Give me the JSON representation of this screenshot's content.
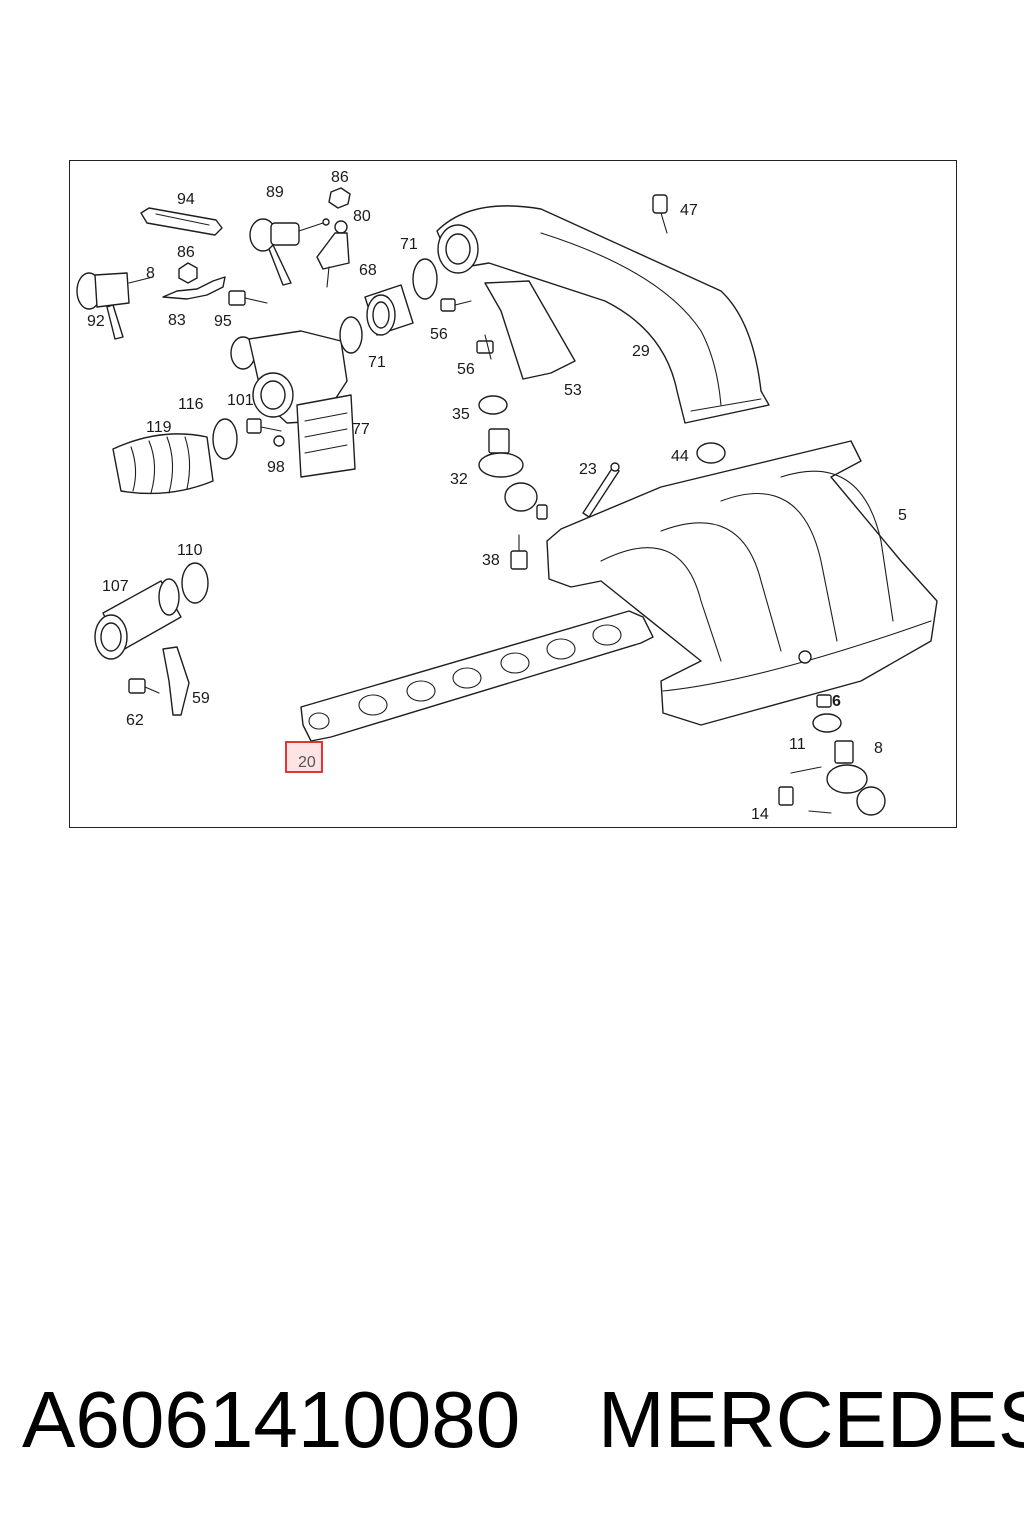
{
  "diagram": {
    "callouts": [
      {
        "id": "94",
        "text": "94"
      },
      {
        "id": "89",
        "text": "89"
      },
      {
        "id": "86a",
        "text": "86"
      },
      {
        "id": "80",
        "text": "80"
      },
      {
        "id": "71a",
        "text": "71"
      },
      {
        "id": "47",
        "text": "47"
      },
      {
        "id": "86b",
        "text": "86"
      },
      {
        "id": "8a",
        "text": "8"
      },
      {
        "id": "68",
        "text": "68"
      },
      {
        "id": "92",
        "text": "92"
      },
      {
        "id": "83",
        "text": "83"
      },
      {
        "id": "95",
        "text": "95"
      },
      {
        "id": "56a",
        "text": "56"
      },
      {
        "id": "71b",
        "text": "71"
      },
      {
        "id": "29",
        "text": "29"
      },
      {
        "id": "56b",
        "text": "56"
      },
      {
        "id": "53",
        "text": "53"
      },
      {
        "id": "116",
        "text": "116"
      },
      {
        "id": "101",
        "text": "101"
      },
      {
        "id": "35",
        "text": "35"
      },
      {
        "id": "119",
        "text": "119"
      },
      {
        "id": "77",
        "text": "77"
      },
      {
        "id": "98",
        "text": "98"
      },
      {
        "id": "44",
        "text": "44"
      },
      {
        "id": "32",
        "text": "32"
      },
      {
        "id": "23",
        "text": "23"
      },
      {
        "id": "5",
        "text": "5"
      },
      {
        "id": "110",
        "text": "110"
      },
      {
        "id": "38",
        "text": "38"
      },
      {
        "id": "107",
        "text": "107"
      },
      {
        "id": "59",
        "text": "59"
      },
      {
        "id": "62",
        "text": "62"
      },
      {
        "id": "6",
        "text": "6"
      },
      {
        "id": "11",
        "text": "11"
      },
      {
        "id": "8b",
        "text": "8"
      },
      {
        "id": "14",
        "text": "14"
      },
      {
        "id": "20",
        "text": "20"
      }
    ],
    "highlighted_callout": "20"
  },
  "caption": {
    "part_number": "A6061410080",
    "brand": "MERCEDES"
  },
  "colors": {
    "highlight_border": "#e02020",
    "highlight_fill": "#fde3e3",
    "line": "#1e1e1e"
  }
}
